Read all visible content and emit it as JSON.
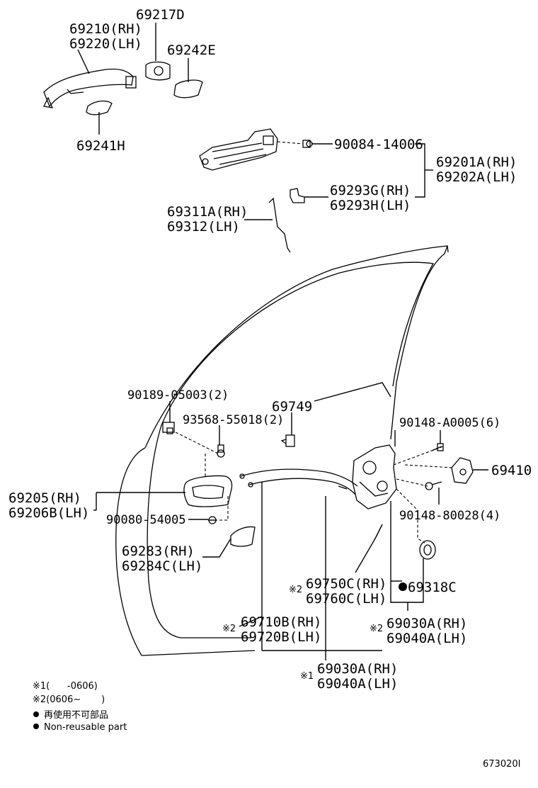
{
  "labels": {
    "p69217D": "69217D",
    "p69210": "69210(RH)",
    "p69220": "69220(LH)",
    "p69242E": "69242E",
    "p69241H": "69241H",
    "p90084": "90084-14006",
    "p69201A": "69201A(RH)",
    "p69202A": "69202A(LH)",
    "p69293G": "69293G(RH)",
    "p69293H": "69293H(LH)",
    "p69311A": "69311A(RH)",
    "p69312": "69312(LH)",
    "p90189": "90189-05003(2)",
    "p93568": "93568-55018(2)",
    "p69749": "69749",
    "p90148a": "90148-A0005(6)",
    "p69410": "69410",
    "p69205": "69205(RH)",
    "p69206B": "69206B(LH)",
    "p90080": "90080-54005",
    "p90148b": "90148-80028(4)",
    "p69283": "69283(RH)",
    "p69284C": "69284C(LH)",
    "p69750C": "69750C(RH)",
    "p69760C": "69760C(LH)",
    "p69318C": "69318C",
    "p69710B": "69710B(RH)",
    "p69720B": "69720B(LH)",
    "p69030A_2": "69030A(RH)",
    "p69040A_2": "69040A(LH)",
    "p69030A_1": "69030A(RH)",
    "p69040A_1": "69040A(LH)",
    "mark2a": "※2",
    "mark2b": "※2",
    "mark2c": "※2",
    "mark1": "※1"
  },
  "notes": {
    "n1": "※1(      -0606)",
    "n2": "※2(0606~       )",
    "n3": "再使用不可部品",
    "n4": "Non-reusable part"
  },
  "figure_id": "673020I"
}
